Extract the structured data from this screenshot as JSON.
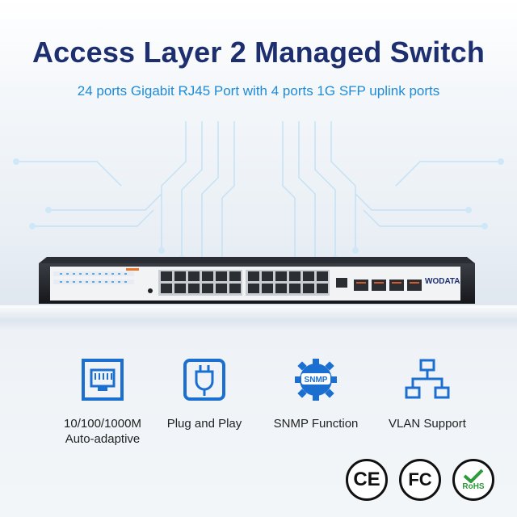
{
  "header": {
    "title": "Access Layer 2 Managed Switch",
    "subtitle": "24 ports Gigabit RJ45 Port with 4 ports 1G SFP uplink ports"
  },
  "product": {
    "brand": "WODATA",
    "rj45_ports": 24,
    "sfp_ports": 4
  },
  "features": [
    {
      "icon": "ethernet-port-icon",
      "label_line1": "10/100/1000M",
      "label_line2": "Auto-adaptive"
    },
    {
      "icon": "power-plug-icon",
      "label_line1": "Plug and Play",
      "label_line2": ""
    },
    {
      "icon": "snmp-gear-icon",
      "icon_text": "SNMP",
      "label_line1": "SNMP Function",
      "label_line2": ""
    },
    {
      "icon": "network-tree-icon",
      "label_line1": "VLAN Support",
      "label_line2": ""
    }
  ],
  "certifications": [
    {
      "icon": "ce-mark-icon",
      "text": "CE"
    },
    {
      "icon": "fcc-mark-icon",
      "text": "FC"
    },
    {
      "icon": "rohs-mark-icon",
      "text": "RoHS"
    }
  ],
  "colors": {
    "title": "#1d2f6f",
    "subtitle": "#1f8bd6",
    "icon_blue": "#1a6fd0",
    "rohs_green": "#2e9a3a"
  }
}
